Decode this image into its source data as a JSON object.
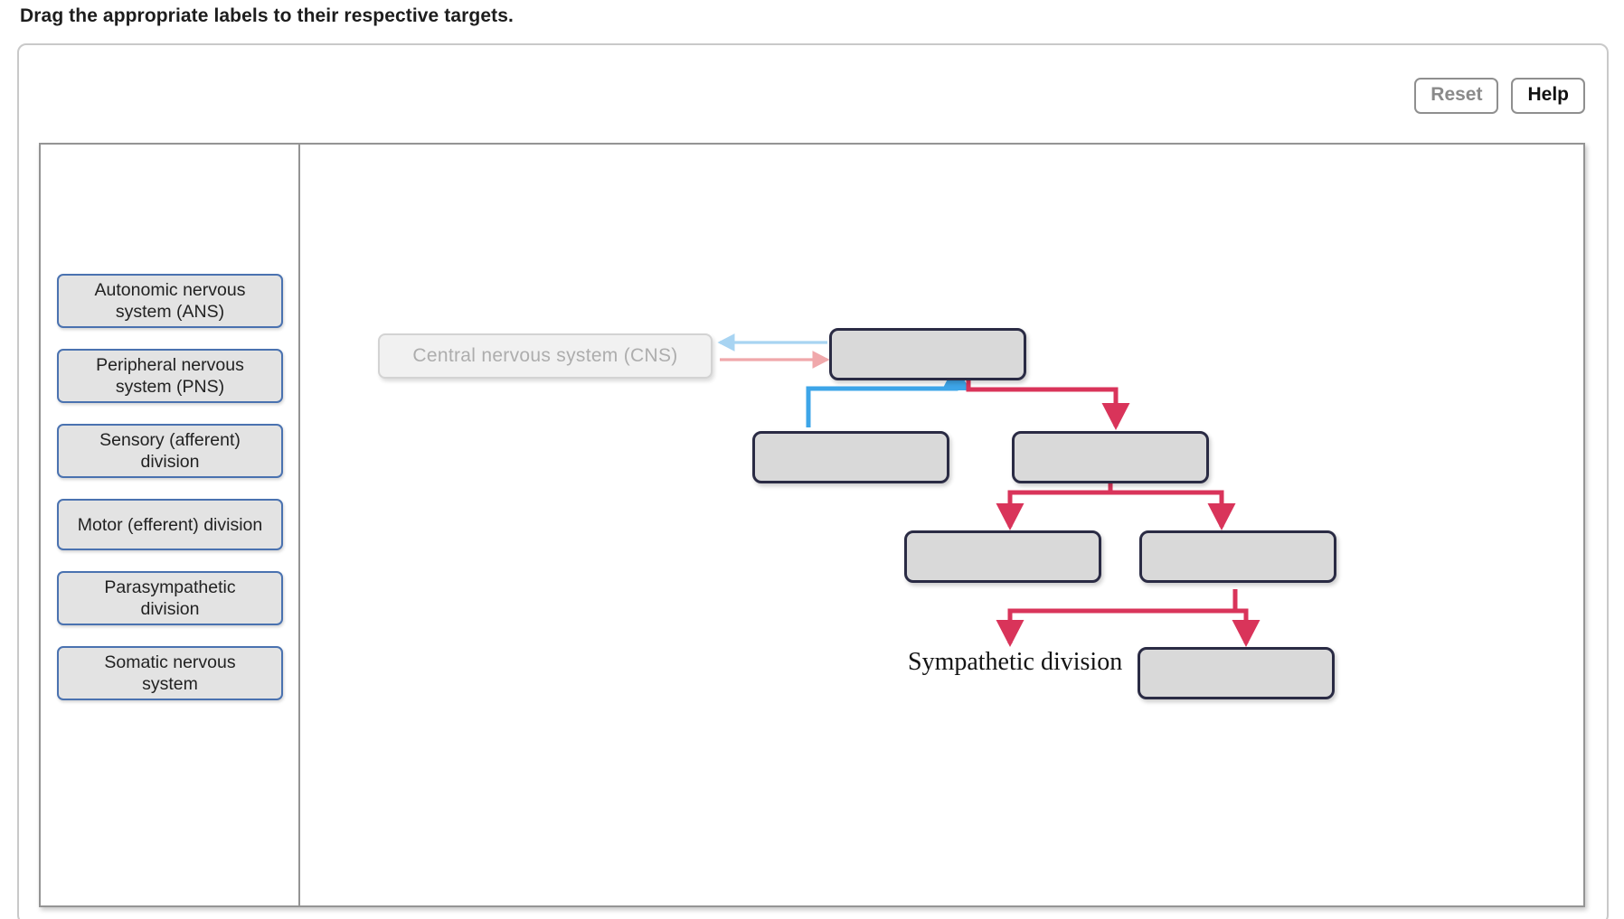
{
  "instruction": "Drag the appropriate labels to their respective targets.",
  "toolbar": {
    "reset_label": "Reset",
    "help_label": "Help"
  },
  "label_bank": {
    "items": [
      {
        "id": "ans",
        "label": "Autonomic nervous\nsystem (ANS)"
      },
      {
        "id": "pns",
        "label": "Peripheral nervous\nsystem (PNS)"
      },
      {
        "id": "sens",
        "label": "Sensory (afferent)\ndivision"
      },
      {
        "id": "motor",
        "label": "Motor (efferent) division"
      },
      {
        "id": "para",
        "label": "Parasympathetic\ndivision"
      },
      {
        "id": "soma",
        "label": "Somatic nervous\nsystem"
      }
    ]
  },
  "diagram": {
    "filled_boxes": [
      {
        "id": "cns",
        "text": "Central nervous system (CNS)",
        "state": "placed-faded"
      }
    ],
    "static_labels": [
      {
        "id": "sympathetic",
        "text": "Sympathetic division"
      }
    ],
    "drop_targets": [
      {
        "id": "target-1",
        "text": ""
      },
      {
        "id": "target-2",
        "text": ""
      },
      {
        "id": "target-3",
        "text": ""
      },
      {
        "id": "target-4",
        "text": ""
      },
      {
        "id": "target-5",
        "text": ""
      },
      {
        "id": "target-6",
        "text": ""
      }
    ],
    "colors": {
      "arrow_blue": "#3da5e8",
      "arrow_red": "#d9345a",
      "arrow_blue_faded": "#a8d4f2",
      "arrow_red_faded": "#f0a8ab",
      "box_fill": "#d9d9d9",
      "box_border": "#2a2b44",
      "chip_border": "#4a72b0",
      "chip_fill": "#e3e3e3"
    }
  }
}
